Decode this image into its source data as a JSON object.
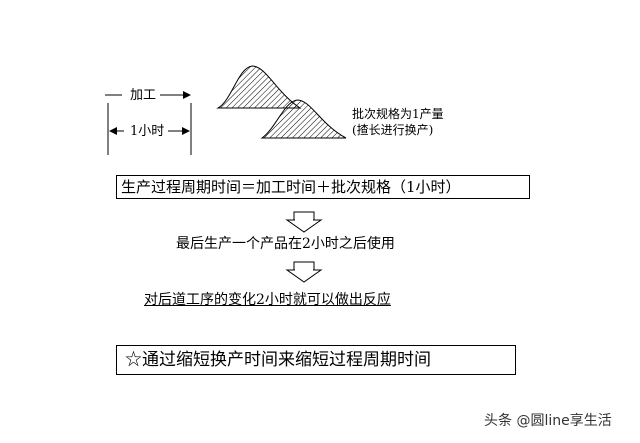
{
  "labels": {
    "processing": "加工",
    "duration": "1小时",
    "batch_line1": "批次规格为1产量",
    "batch_line2": "(揸长进行换产)"
  },
  "formula": "生产过程周期时间＝加工时间＋批次规格（1小时）",
  "note_after_use": "最后生产一个产品在2小时之后使用",
  "note_response": "对后道工序的变化2小时就可以做出反应",
  "conclusion": "☆通过缩短换产时间来缩短过程周期时间",
  "watermark": "头条 @圆line享生活",
  "colors": {
    "ink": "#000000",
    "watermark": "#333333"
  }
}
